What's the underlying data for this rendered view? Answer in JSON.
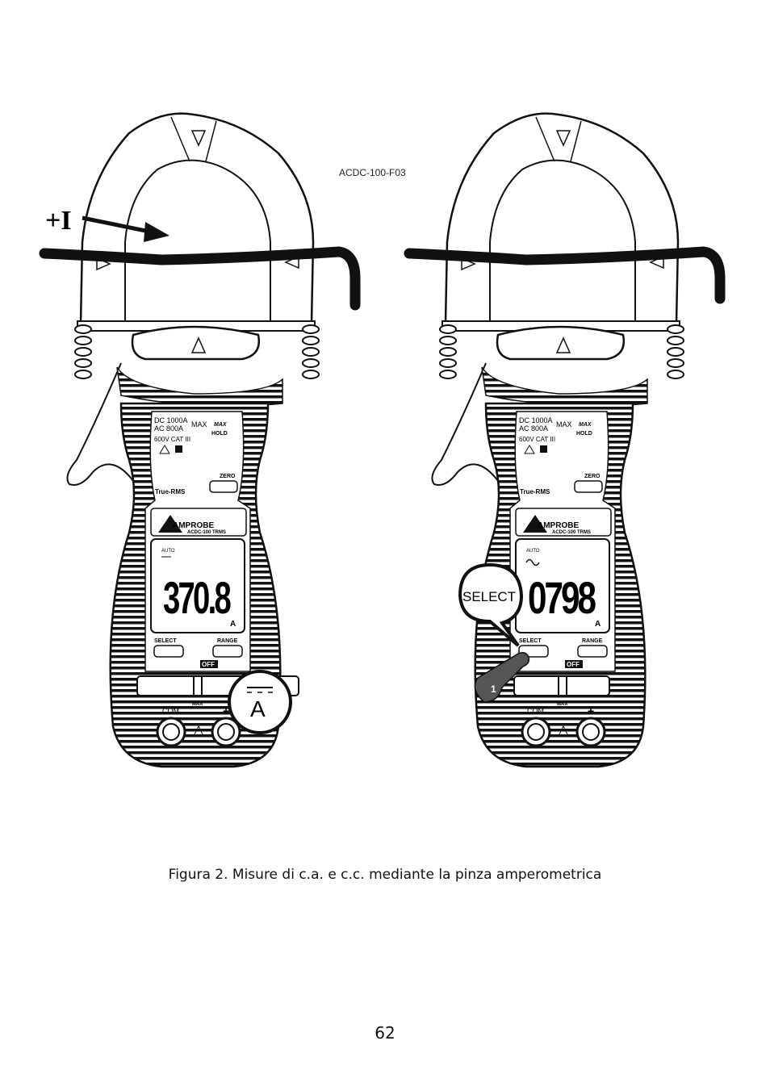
{
  "figure_ref": "ACDC-100-F03",
  "current_label": "+I",
  "meter_left": {
    "brand": "AMPROBE",
    "model": "ACDC-100 TRMS",
    "spec_dc": "DC 1000A",
    "spec_ac": "AC   800A",
    "spec_max": "MAX",
    "spec_cat": "600V CAT III",
    "btn_max": "MAX",
    "btn_hold": "HOLD",
    "zero_label": "ZERO",
    "true_rms": "True-RMS",
    "auto": "AUTO",
    "reading": "370.8",
    "unit": "A",
    "select_label": "SELECT",
    "range_label": "RANGE",
    "off_label": "OFF",
    "com_label": "COM",
    "max_label": "MAX",
    "plus_label": "+",
    "callout_symbol": "A"
  },
  "meter_right": {
    "brand": "AMPROBE",
    "model": "ACDC-100 TRMS",
    "spec_dc": "DC 1000A",
    "spec_ac": "AC   800A",
    "spec_max": "MAX",
    "spec_cat": "600V CAT III",
    "btn_max": "MAX",
    "btn_hold": "HOLD",
    "zero_label": "ZERO",
    "true_rms": "True-RMS",
    "auto": "AUTO",
    "reading": "0798",
    "unit": "A",
    "select_label": "SELECT",
    "range_label": "RANGE",
    "off_label": "OFF",
    "com_label": "COM",
    "max_label": "MAX",
    "plus_label": "+",
    "callout_text": "SELECT",
    "step_number": "1"
  },
  "caption": "Figura 2. Misure di c.a. e c.c. mediante la pinza amperometrica",
  "page_number": "62"
}
